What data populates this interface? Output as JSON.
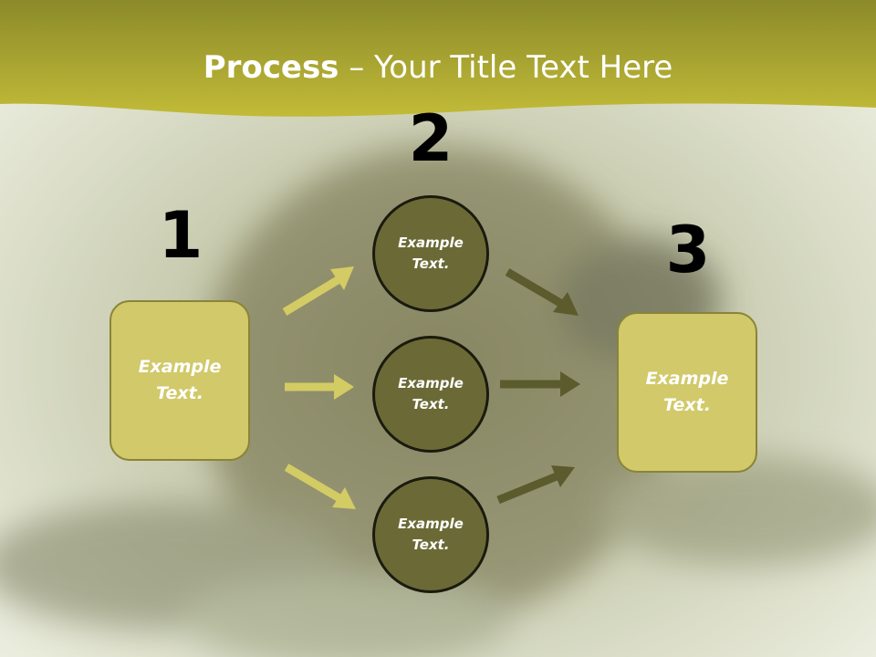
{
  "slide": {
    "title_bold": "Process",
    "title_rest": " – Your Title Text Here"
  },
  "steps": {
    "n1": "1",
    "n2": "2",
    "n3": "3"
  },
  "nodes": {
    "left_box": "Example\nText.",
    "circle_top": "Example\nText.",
    "circle_mid": "Example\nText.",
    "circle_bot": "Example\nText.",
    "right_box": "Example\nText."
  },
  "colors": {
    "header_olive": "#b5ad33",
    "box_fill": "#d1c96a",
    "circle_fill": "#6b6a36",
    "arrow_light": "#d3cb64",
    "arrow_dark": "#5c5b2e"
  }
}
